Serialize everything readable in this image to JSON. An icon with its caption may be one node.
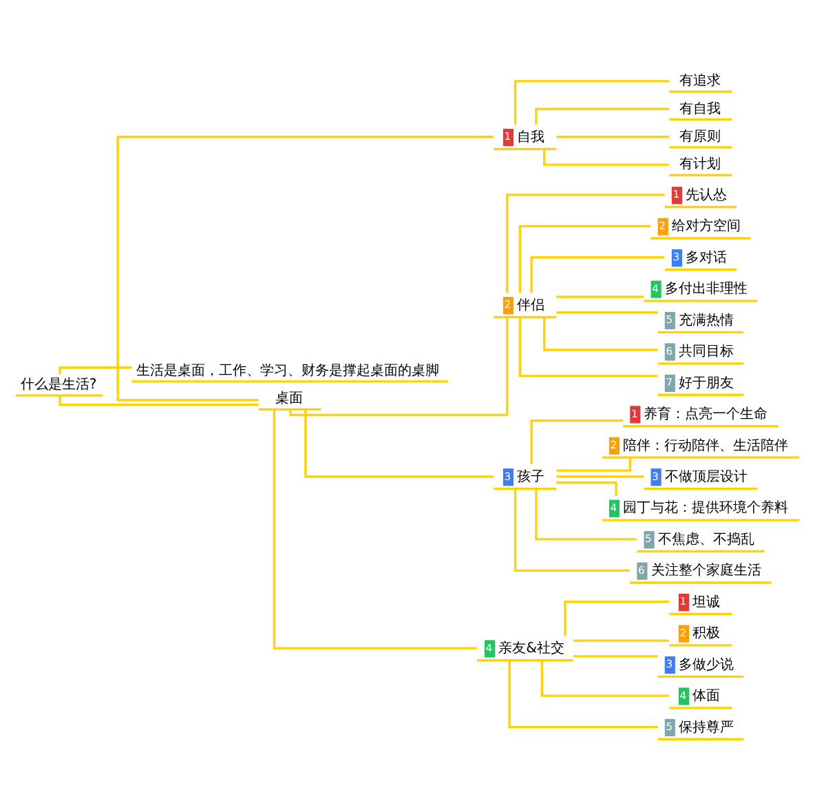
{
  "diagram": {
    "nodes": [
      {
        "text": [
          "什么是生活?"
        ]
      },
      {
        "text": [
          "生活是桌面，工作、学习、财务是撑起桌面的桌脚"
        ]
      },
      {
        "text": [
          "桌面"
        ]
      },
      {
        "text": [
          "1",
          "自我"
        ]
      },
      {
        "text": [
          "有追求"
        ]
      },
      {
        "text": [
          "有自我"
        ]
      },
      {
        "text": [
          "有原则"
        ]
      },
      {
        "text": [
          "有计划"
        ]
      },
      {
        "text": [
          "2",
          "伴侣"
        ]
      },
      {
        "text": [
          "1",
          "先认怂"
        ]
      },
      {
        "text": [
          "2",
          "给对方空间"
        ]
      },
      {
        "text": [
          "3",
          "多对话"
        ]
      },
      {
        "text": [
          "4",
          "多付出非理性"
        ]
      },
      {
        "text": [
          "5",
          "充满热情"
        ]
      },
      {
        "text": [
          "6",
          "共同目标"
        ]
      },
      {
        "text": [
          "7",
          "好于朋友"
        ]
      },
      {
        "text": [
          "3",
          "孩子"
        ]
      },
      {
        "text": [
          "1",
          "养育：点亮一个生命"
        ]
      },
      {
        "text": [
          "2",
          "陪伴：行动陪伴、生活陪伴"
        ]
      },
      {
        "text": [
          "3",
          "不做顶层设计"
        ]
      },
      {
        "text": [
          "4",
          "园丁与花：提供环境个养料"
        ]
      },
      {
        "text": [
          "5",
          "不焦虑、不捣乱"
        ]
      },
      {
        "text": [
          "6",
          "关注整个家庭生活"
        ]
      },
      {
        "text": [
          "4",
          "亲友&社交"
        ]
      },
      {
        "text": [
          "1",
          "坦诚"
        ]
      },
      {
        "text": [
          "2",
          "积极"
        ]
      },
      {
        "text": [
          "3",
          "多做少说"
        ]
      },
      {
        "text": [
          "4",
          "体面"
        ]
      },
      {
        "text": [
          "5",
          "保持尊严"
        ]
      }
    ],
    "edges": [
      {
        "from": 0,
        "to": 1,
        "arrow": "none"
      },
      {
        "from": 0,
        "to": 2,
        "arrow": "none"
      },
      {
        "from": 2,
        "to": 3,
        "arrow": "none"
      },
      {
        "from": 3,
        "to": 4,
        "arrow": "none"
      },
      {
        "from": 3,
        "to": 5,
        "arrow": "none"
      },
      {
        "from": 3,
        "to": 6,
        "arrow": "none"
      },
      {
        "from": 3,
        "to": 7,
        "arrow": "none"
      },
      {
        "from": 2,
        "to": 8,
        "arrow": "none"
      },
      {
        "from": 8,
        "to": 9,
        "arrow": "none"
      },
      {
        "from": 8,
        "to": 10,
        "arrow": "none"
      },
      {
        "from": 8,
        "to": 11,
        "arrow": "none"
      },
      {
        "from": 8,
        "to": 12,
        "arrow": "none"
      },
      {
        "from": 8,
        "to": 13,
        "arrow": "none"
      },
      {
        "from": 8,
        "to": 14,
        "arrow": "none"
      },
      {
        "from": 8,
        "to": 15,
        "arrow": "none"
      },
      {
        "from": 2,
        "to": 16,
        "arrow": "none"
      },
      {
        "from": 16,
        "to": 17,
        "arrow": "none"
      },
      {
        "from": 16,
        "to": 18,
        "arrow": "none"
      },
      {
        "from": 16,
        "to": 19,
        "arrow": "none"
      },
      {
        "from": 16,
        "to": 20,
        "arrow": "none"
      },
      {
        "from": 16,
        "to": 21,
        "arrow": "none"
      },
      {
        "from": 16,
        "to": 22,
        "arrow": "none"
      },
      {
        "from": 2,
        "to": 23,
        "arrow": "none"
      },
      {
        "from": 23,
        "to": 24,
        "arrow": "none"
      },
      {
        "from": 23,
        "to": 25,
        "arrow": "none"
      },
      {
        "from": 23,
        "to": 26,
        "arrow": "none"
      },
      {
        "from": 23,
        "to": 27,
        "arrow": "none"
      },
      {
        "from": 23,
        "to": 28,
        "arrow": "none"
      }
    ]
  }
}
